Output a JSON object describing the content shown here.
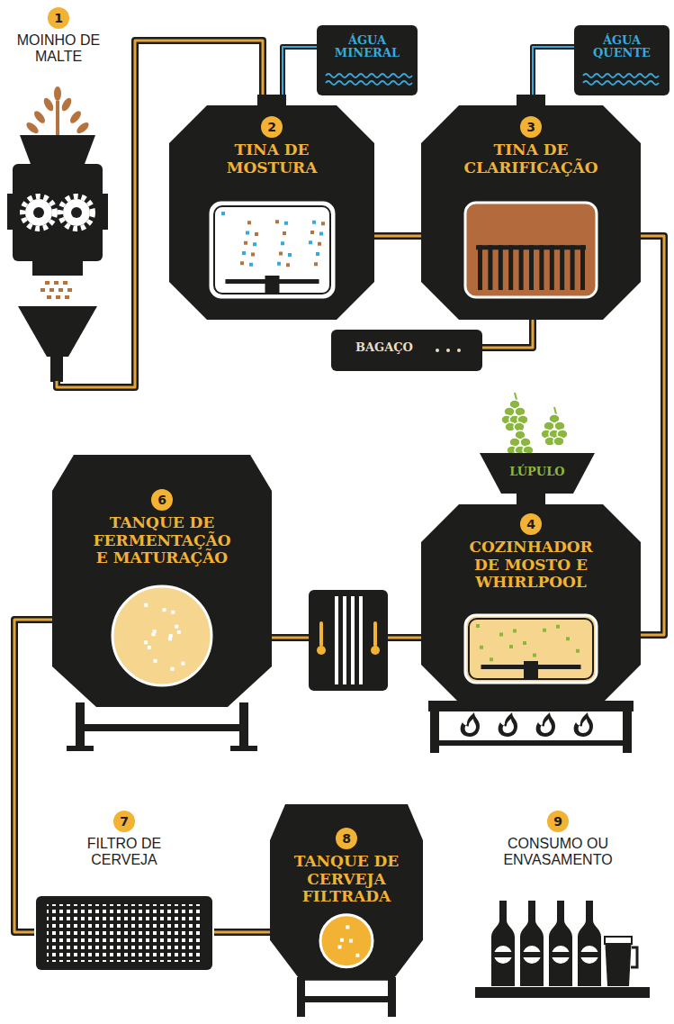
{
  "diagram": {
    "nodes": [
      {
        "text": [
          "1",
          "MOINHO DE MALTE"
        ]
      },
      {
        "text": [
          "ÁGUA MINERAL"
        ]
      },
      {
        "text": [
          "2",
          "TINA DE MOSTURA"
        ]
      },
      {
        "text": [
          "ÁGUA QUENTE"
        ]
      },
      {
        "text": [
          "3",
          "TINA DE CLARIFICAÇÃO"
        ]
      },
      {
        "text": [
          "BAGAÇO"
        ]
      },
      {
        "text": [
          "LÚPULO"
        ]
      },
      {
        "text": [
          "4",
          "COZINHADOR DE MOSTO E WHIRLPOOL"
        ]
      },
      {
        "text": [
          "6",
          "TANQUE DE FERMENTAÇÃO E MATURAÇÃO"
        ]
      },
      {
        "text": [
          "7",
          "FILTRO DE CERVEJA"
        ]
      },
      {
        "text": [
          "8",
          "TANQUE DE CERVEJA FILTRADA"
        ]
      },
      {
        "text": [
          "9",
          "CONSUMO OU ENVASAMENTO"
        ]
      }
    ],
    "edges": [
      {
        "from": 0,
        "to": 2,
        "arrow": "none"
      },
      {
        "from": 1,
        "to": 2,
        "arrow": "none"
      },
      {
        "from": 2,
        "to": 4,
        "arrow": "none"
      },
      {
        "from": 3,
        "to": 4,
        "arrow": "none"
      },
      {
        "from": 4,
        "to": 5,
        "arrow": "none"
      },
      {
        "from": 4,
        "to": 7,
        "arrow": "none"
      },
      {
        "from": 7,
        "to": 8,
        "arrow": "none"
      },
      {
        "from": 8,
        "to": 9,
        "arrow": "none"
      },
      {
        "from": 9,
        "to": 10,
        "arrow": "none"
      }
    ]
  }
}
